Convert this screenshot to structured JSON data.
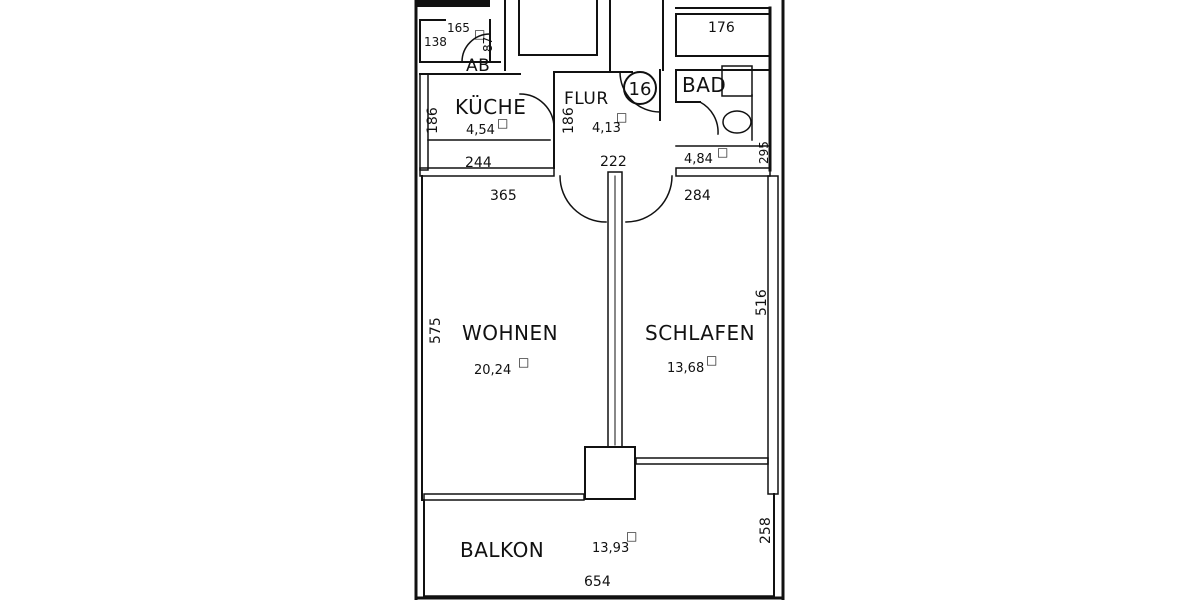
{
  "plan": {
    "apartment_number": "16",
    "rooms": {
      "kueche": {
        "name": "KÜCHE",
        "area": "4,54",
        "dim_side": "186",
        "dim_bottom": "244"
      },
      "ab": {
        "name": "AB",
        "dim_top": "165",
        "dim_left": "138",
        "dim_right": "87"
      },
      "flur": {
        "name": "FLUR",
        "area": "4,13",
        "dim_side": "186",
        "dim_bottom": "222"
      },
      "bad": {
        "name": "BAD",
        "area": "4,84",
        "dim_top": "176",
        "dim_side": "295"
      },
      "wohnen": {
        "name": "WOHNEN",
        "area": "20,24",
        "dim_top": "365",
        "dim_side": "575"
      },
      "schlafen": {
        "name": "SCHLAFEN",
        "area": "13,68",
        "dim_top": "284",
        "dim_side": "516"
      },
      "balkon": {
        "name": "BALKON",
        "area": "13,93",
        "dim_bottom": "654",
        "dim_side": "258"
      }
    },
    "unit_mark": "□"
  }
}
